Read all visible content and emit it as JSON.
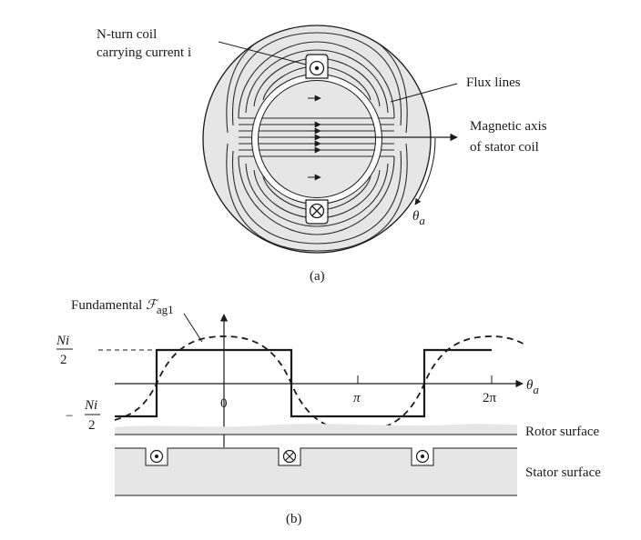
{
  "colors": {
    "ink": "#1a1a1a",
    "iron": "#e6e6e6",
    "airgap": "#ffffff"
  },
  "part_a": {
    "coil_label_line1": "N-turn coil",
    "coil_label_line2": "carrying current i",
    "flux_label": "Flux lines",
    "axis_label_line1": "Magnetic axis",
    "axis_label_line2": "of stator coil",
    "theta_symbol": "θ",
    "theta_sub": "a",
    "caption": "(a)"
  },
  "part_b": {
    "fund_label_prefix": "Fundamental ",
    "fund_symbol": "ℱ",
    "fund_sub": "ag1",
    "ni_numerator": "Ni",
    "ni_denominator": "2",
    "minus_sign": "−",
    "tick_zero": "0",
    "tick_pi": "π",
    "tick_2pi": "2π",
    "theta_symbol": "θ",
    "theta_sub": "a",
    "rotor_label": "Rotor surface",
    "stator_label": "Stator surface",
    "caption": "(b)"
  }
}
